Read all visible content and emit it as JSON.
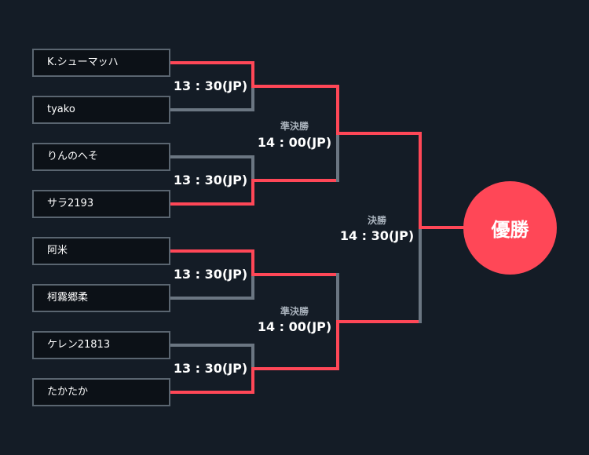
{
  "colors": {
    "background": "#141c26",
    "advance": "#ff4757",
    "eliminated": "#6b7682",
    "box_border": "#5a6570",
    "box_fill": "#0c1117"
  },
  "players": [
    "K.シューマッハ",
    "tyako",
    "りんのへそ",
    "サラ2193",
    "阿米",
    "柯霧郷柔",
    "ケレン21813",
    "たかたか"
  ],
  "round1": [
    {
      "time": "13 : 30(JP)",
      "winner": "top"
    },
    {
      "time": "13 : 30(JP)",
      "winner": "bottom"
    },
    {
      "time": "13 : 30(JP)",
      "winner": "top"
    },
    {
      "time": "13 : 30(JP)",
      "winner": "bottom"
    }
  ],
  "semifinals": [
    {
      "label": "準決勝",
      "time": "14 : 00(JP)",
      "winner": "top"
    },
    {
      "label": "準決勝",
      "time": "14 : 00(JP)",
      "winner": "bottom"
    }
  ],
  "final": {
    "label": "決勝",
    "time": "14 : 30(JP)",
    "winner": "top"
  },
  "champion_label": "優勝"
}
